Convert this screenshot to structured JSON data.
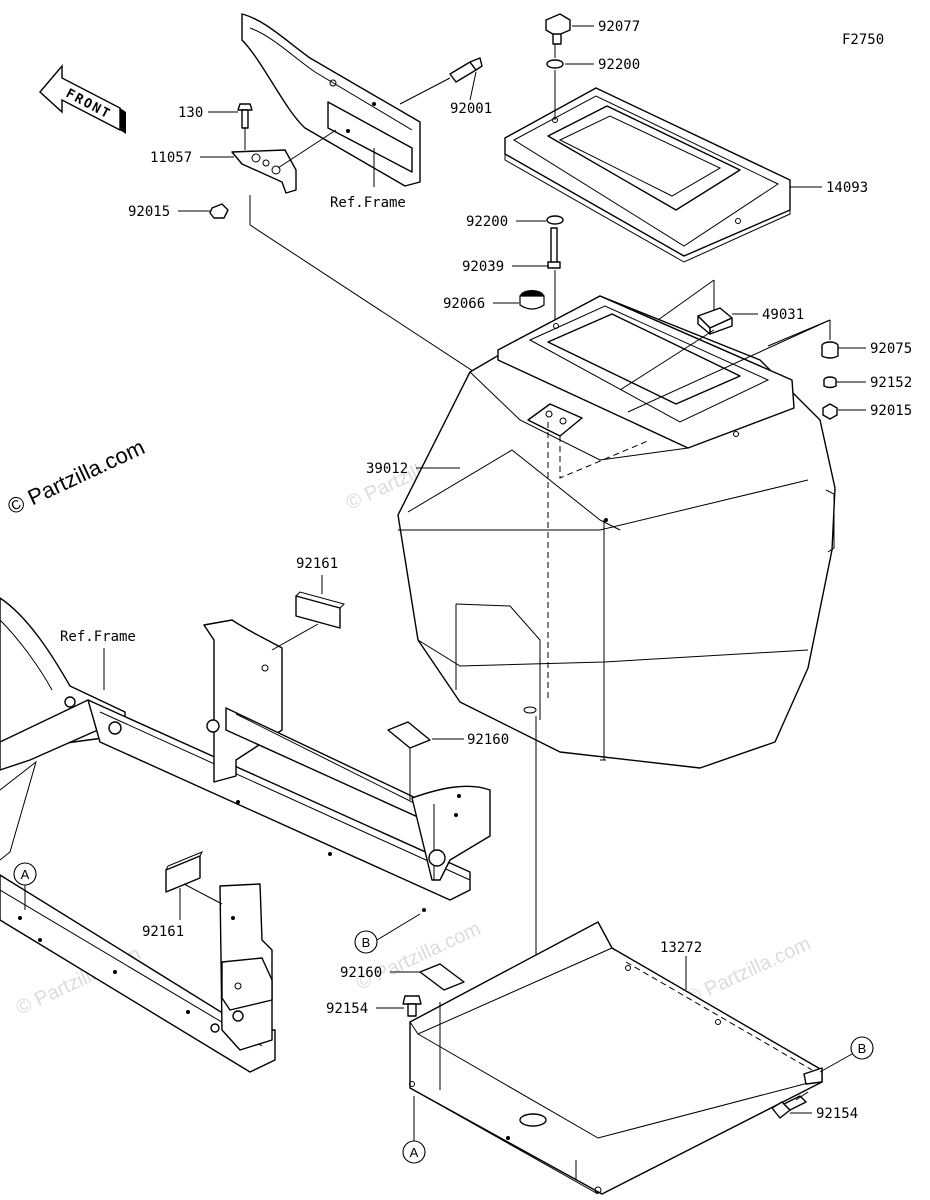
{
  "diagram_code": "F2750",
  "watermark": "© Partzilla.com",
  "faint_watermark": "© Partzilla.com",
  "front_arrow_label": "FRONT",
  "ref_frame_label": "Ref.Frame",
  "callouts": [
    {
      "id": "A"
    },
    {
      "id": "B"
    }
  ],
  "callout_letters": {
    "A": "A",
    "B": "B"
  },
  "parts": {
    "p92077": "92077",
    "p92200a": "92200",
    "p130": "130",
    "p92001": "92001",
    "p11057": "11057",
    "p14093": "14093",
    "p92015a": "92015",
    "p92200b": "92200",
    "p92039": "92039",
    "p92066": "92066",
    "p49031": "49031",
    "p92075": "92075",
    "p92152": "92152",
    "p92015b": "92015",
    "p39012": "39012",
    "p92161a": "92161",
    "p92160a": "92160",
    "p92161b": "92161",
    "p13272": "13272",
    "p92160b": "92160",
    "p92154a": "92154",
    "p92154b": "92154"
  }
}
